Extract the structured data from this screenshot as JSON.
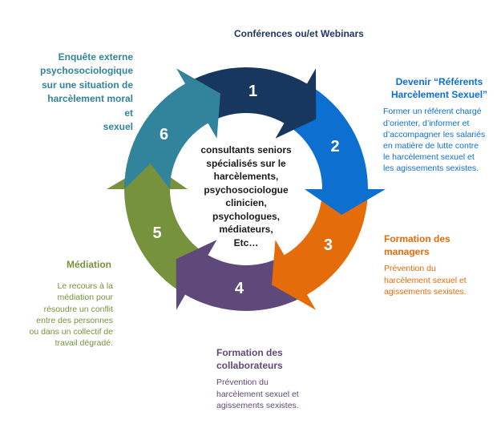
{
  "center_lines": [
    "consultants seniors",
    "spécialisés sur le",
    "harcèlements,",
    "psychosociologue",
    "clinicien,",
    "psychologues,",
    "médiateurs,",
    "Etc…"
  ],
  "segments": [
    {
      "number": "1",
      "color": "#17375e"
    },
    {
      "number": "2",
      "color": "#0d6fd0"
    },
    {
      "number": "3",
      "color": "#e46c0a"
    },
    {
      "number": "4",
      "color": "#5f497a"
    },
    {
      "number": "5",
      "color": "#76923c"
    },
    {
      "number": "6",
      "color": "#31849b"
    }
  ],
  "steps": {
    "s1": {
      "title": "Conférences ou/et Webinars"
    },
    "s2": {
      "title_1": "Devenir “Référents",
      "title_2": "Harcèlement Sexuel”",
      "desc": [
        "Former un référent chargé",
        "d’orienter, d’informer et",
        "d’accompagner les salariés",
        "en matière de lutte contre",
        "le harcèlement sexuel et",
        "les agissements sexistes."
      ]
    },
    "s3": {
      "title_1": "Formation des",
      "title_2": "managers",
      "desc": [
        "Prévention du",
        "harcèlement sexuel et",
        "agissements sexistes."
      ]
    },
    "s4": {
      "title_1": "Formation des",
      "title_2": "collaborateurs",
      "desc": [
        "Prévention du",
        "harcèlement sexuel et",
        "agissements sexistes."
      ]
    },
    "s5": {
      "title": "Médiation",
      "desc": [
        "Le recours à la",
        "médiation pour",
        "résoudre un conflit",
        "entre des personnes",
        "ou dans un collectif de",
        "travail dégradé."
      ]
    },
    "s6": {
      "title": [
        "Enquête externe",
        "psychosociologique",
        "sur une situation de",
        "harcèlement moral et",
        "sexuel"
      ]
    }
  },
  "colors": {
    "s1_text": "#1f3864",
    "s2_text": "#0d6fd0",
    "s3_text": "#e46c0a",
    "s4_text": "#5f497a",
    "s5_text": "#76923c",
    "s6_text": "#31849b"
  }
}
